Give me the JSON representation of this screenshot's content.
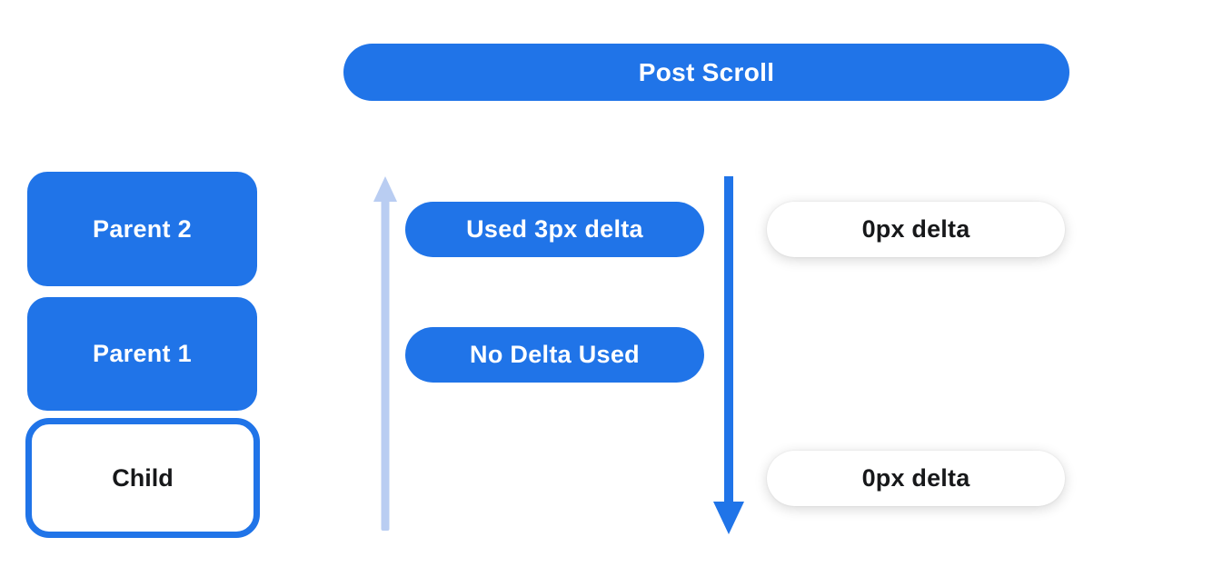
{
  "header": {
    "label": "Post Scroll"
  },
  "left_column": {
    "boxes": [
      {
        "label": "Parent 2",
        "style": "filled"
      },
      {
        "label": "Parent 1",
        "style": "filled"
      },
      {
        "label": "Child",
        "style": "outlined"
      }
    ]
  },
  "middle_column": {
    "up_arrow_icon": "up-arrow-icon",
    "down_arrow_icon": "down-arrow-icon",
    "pills": [
      {
        "label": "Used 3px delta"
      },
      {
        "label": "No Delta Used"
      }
    ]
  },
  "right_column": {
    "pills": [
      {
        "label": "0px delta"
      },
      {
        "label": "0px delta"
      }
    ]
  },
  "colors": {
    "primary_blue": "#2074e8",
    "light_blue_arrow": "#b9cdf2",
    "pill_text_light": "#ffffff",
    "text_dark": "#17181a",
    "background": "#ffffff"
  }
}
